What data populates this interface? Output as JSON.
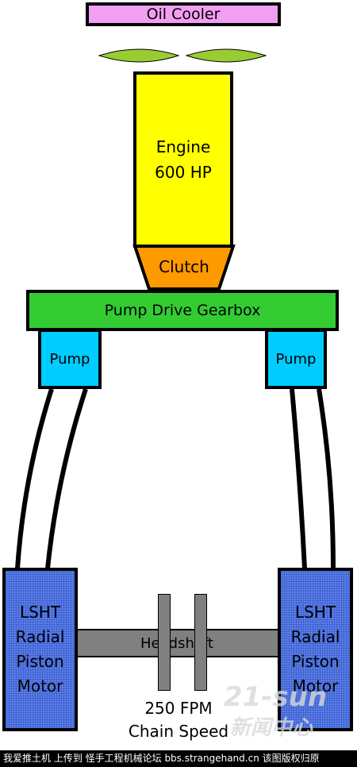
{
  "oil_cooler": {
    "label": "Oil Cooler",
    "color": "#f29ef2"
  },
  "engine": {
    "line1": "Engine",
    "line2": "600 HP",
    "color": "#ffff00"
  },
  "clutch": {
    "label": "Clutch",
    "color": "#ff9900"
  },
  "gearbox": {
    "label": "Pump Drive Gearbox",
    "color": "#33cc33"
  },
  "pumps": {
    "left": "Pump",
    "right": "Pump",
    "color": "#00ccff"
  },
  "motors": {
    "left": [
      "LSHT",
      "Radial",
      "Piston",
      "Motor"
    ],
    "right": [
      "LSHT",
      "Radial",
      "Piston",
      "Motor"
    ],
    "color": "#5b7ee6"
  },
  "headshaft": {
    "label": "Headshaft",
    "color": "#808080"
  },
  "chain_speed": {
    "line1": "250 FPM",
    "line2": "Chain Speed"
  },
  "fan_color": "#99cc33",
  "watermark": {
    "line1": "21-sun",
    "line2": "新闻中心"
  },
  "footer": {
    "text": "我爱推土机 上传到 怪手工程机械论坛 bbs.strangehand.cn 该图版权归原"
  }
}
